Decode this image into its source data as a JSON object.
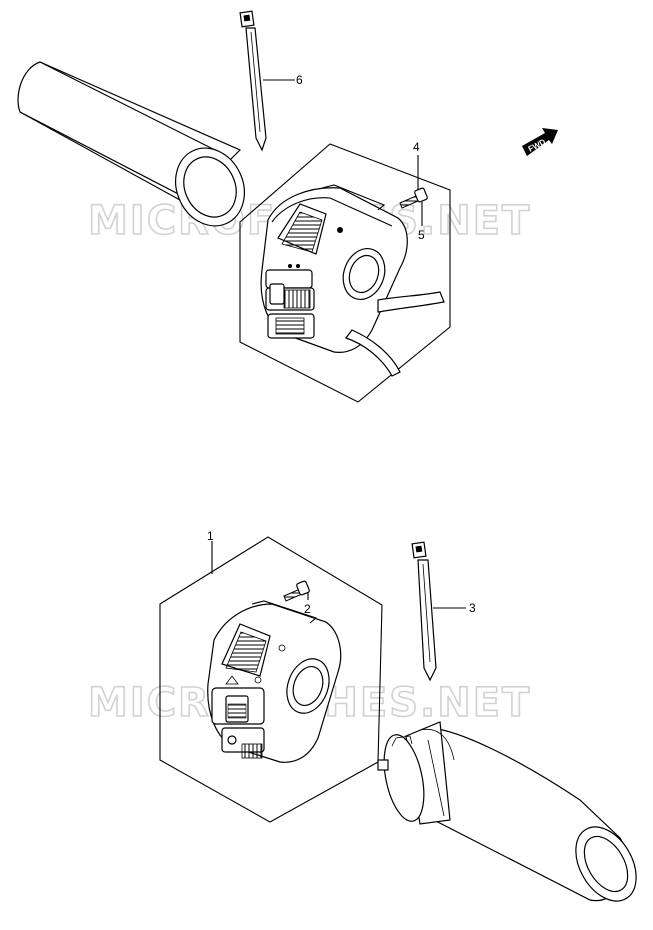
{
  "watermark": "MICROFICHES.NET",
  "fwd_label": "FWD",
  "callouts": {
    "c1": "1",
    "c2": "2",
    "c3": "3",
    "c4": "4",
    "c5": "5",
    "c6": "6"
  }
}
